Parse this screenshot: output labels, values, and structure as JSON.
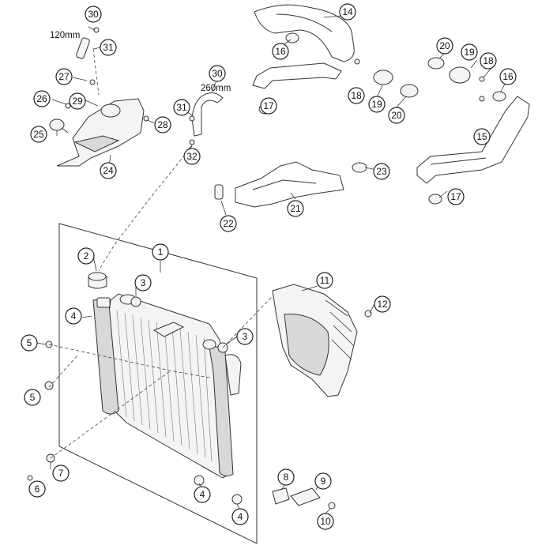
{
  "dimensions": {
    "upper_hose": "120mm",
    "side_hose": "260mm"
  },
  "callouts": {
    "c1": "1",
    "c2": "2",
    "c3a": "3",
    "c3b": "3",
    "c4a": "4",
    "c4b": "4",
    "c4c": "4",
    "c5a": "5",
    "c5b": "5",
    "c6": "6",
    "c7": "7",
    "c8": "8",
    "c9": "9",
    "c10": "10",
    "c11": "11",
    "c12": "12",
    "c14": "14",
    "c15": "15",
    "c16a": "16",
    "c16b": "16",
    "c17a": "17",
    "c17b": "17",
    "c18a": "18",
    "c18b": "18",
    "c19a": "19",
    "c19b": "19",
    "c20a": "20",
    "c20b": "20",
    "c21": "21",
    "c22": "22",
    "c23": "23",
    "c24": "24",
    "c25": "25",
    "c26": "26",
    "c27": "27",
    "c28": "28",
    "c29": "29",
    "c30a": "30",
    "c30b": "30",
    "c31a": "31",
    "c31b": "31",
    "c32": "32"
  }
}
